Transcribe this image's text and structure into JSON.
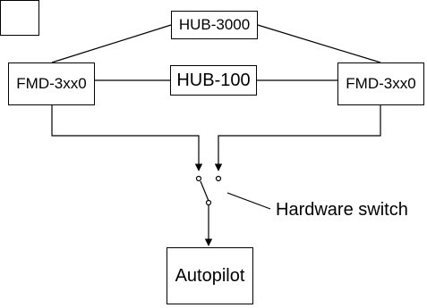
{
  "diagram": {
    "hub_top": "HUB-3000",
    "hub_mid": "HUB-100",
    "fmd_left": "FMD-3xx0",
    "fmd_right": "FMD-3xx0",
    "autopilot": "Autopilot",
    "switch_label": "Hardware switch"
  }
}
